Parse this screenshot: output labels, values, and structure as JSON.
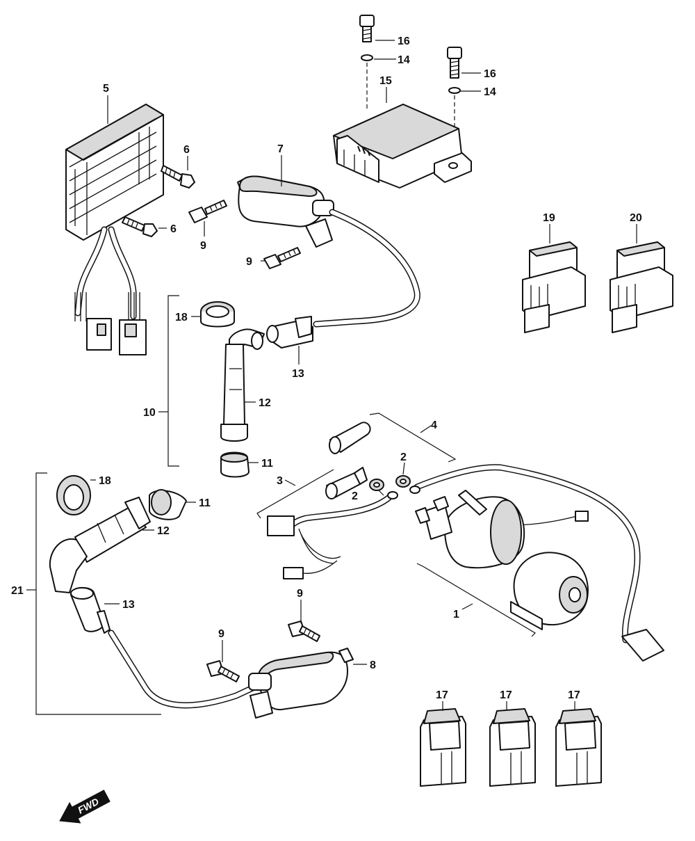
{
  "callouts": {
    "c1": "1",
    "c2a": "2",
    "c2b": "2",
    "c3": "3",
    "c4": "4",
    "c5": "5",
    "c6a": "6",
    "c6b": "6",
    "c7": "7",
    "c8": "8",
    "c9a": "9",
    "c9b": "9",
    "c9c": "9",
    "c9d": "9",
    "c10": "10",
    "c11a": "11",
    "c11b": "11",
    "c12a": "12",
    "c12b": "12",
    "c13a": "13",
    "c13b": "13",
    "c14a": "14",
    "c14b": "14",
    "c15": "15",
    "c16a": "16",
    "c16b": "16",
    "c17a": "17",
    "c17b": "17",
    "c17c": "17",
    "c18a": "18",
    "c18b": "18",
    "c19": "19",
    "c20": "20",
    "c21": "21"
  },
  "direction_label": "FWD"
}
